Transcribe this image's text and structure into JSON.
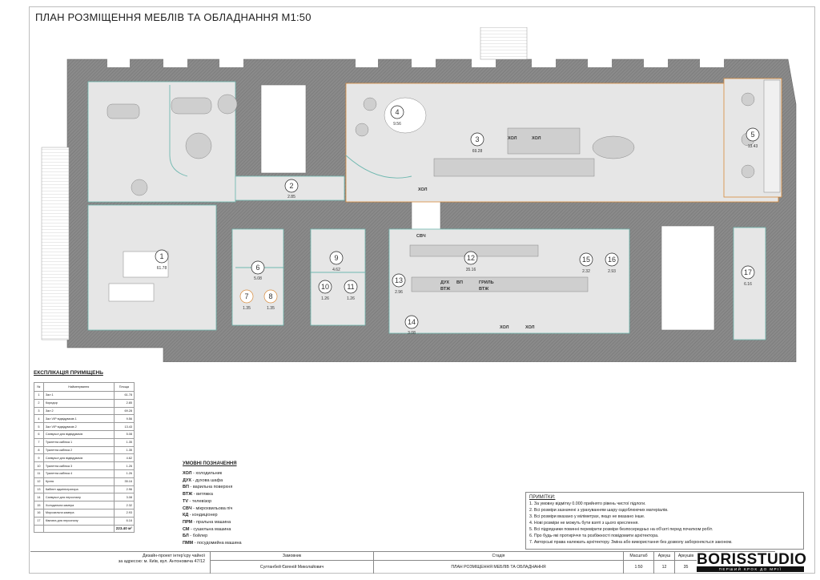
{
  "sheet": {
    "title": "ПЛАН РОЗМІЩЕННЯ МЕБЛІВ ТА ОБЛАДНАННЯ М1:50"
  },
  "rooms": [
    {
      "num": "1",
      "area": "61.78"
    },
    {
      "num": "2",
      "area": "2.85"
    },
    {
      "num": "3",
      "area": "69.28"
    },
    {
      "num": "4",
      "area": "9.56"
    },
    {
      "num": "5",
      "area": "13.43"
    },
    {
      "num": "6",
      "area": "5.08"
    },
    {
      "num": "7",
      "area": "1.35"
    },
    {
      "num": "8",
      "area": "1.35"
    },
    {
      "num": "9",
      "area": "4.62"
    },
    {
      "num": "10",
      "area": "1.26"
    },
    {
      "num": "11",
      "area": "1.26"
    },
    {
      "num": "12",
      "area": "35.16"
    },
    {
      "num": "13",
      "area": "2.96"
    },
    {
      "num": "14",
      "area": "3.08"
    },
    {
      "num": "15",
      "area": "2.32"
    },
    {
      "num": "16",
      "area": "2.93"
    },
    {
      "num": "17",
      "area": "6.16"
    }
  ],
  "equipment_labels": {
    "hol": "ХОЛ",
    "duh": "ДУХ",
    "vp": "ВП",
    "vtzh": "ВТЖ",
    "svch": "СВЧ",
    "hriv": "ГРИЛЬ",
    "vtzh2": "ВТЖ"
  },
  "explication": {
    "title": "ЕКСПЛІКАЦІЯ ПРИМІЩЕНЬ",
    "headers": {
      "num": "№",
      "name": "Найменування",
      "area": "Площа"
    },
    "rows": [
      {
        "num": "1",
        "name": "Зал 1",
        "area": "61.78"
      },
      {
        "num": "2",
        "name": "Коридор",
        "area": "2.85"
      },
      {
        "num": "3",
        "name": "Зал 2",
        "area": "69.28"
      },
      {
        "num": "4",
        "name": "Зал VIP відвідувачів 1",
        "area": "9.56"
      },
      {
        "num": "5",
        "name": "Зал VIP відвідувачів 2",
        "area": "13.43"
      },
      {
        "num": "6",
        "name": "Санвузол для відвідувачів",
        "area": "5.08"
      },
      {
        "num": "7",
        "name": "Туалетна кабінка 1",
        "area": "1.35"
      },
      {
        "num": "8",
        "name": "Туалетна кабінка 2",
        "area": "1.35"
      },
      {
        "num": "9",
        "name": "Санвузол для відвідувачів",
        "area": "4.62"
      },
      {
        "num": "10",
        "name": "Туалетна кабінка 3",
        "area": "1.26"
      },
      {
        "num": "11",
        "name": "Туалетна кабінка 4",
        "area": "1.26"
      },
      {
        "num": "12",
        "name": "Кухня",
        "area": "35.16"
      },
      {
        "num": "13",
        "name": "Кабінет адміністратора",
        "area": "2.96"
      },
      {
        "num": "14",
        "name": "Санвузол для персоналу",
        "area": "3.08"
      },
      {
        "num": "15",
        "name": "Холодильна камера",
        "area": "2.32"
      },
      {
        "num": "16",
        "name": "Морозильна камера",
        "area": "2.93"
      },
      {
        "num": "17",
        "name": "Кімната для персоналу",
        "area": "6.16"
      }
    ],
    "total": "223.40 м²"
  },
  "legend": {
    "title": "УМОВНІ ПОЗНАЧЕННЯ",
    "items": [
      {
        "code": "ХОЛ",
        "desc": " - холодильник"
      },
      {
        "code": "ДУХ",
        "desc": " - духова шафа"
      },
      {
        "code": "ВП",
        "desc": " - варильна поверхня"
      },
      {
        "code": "ВТЖ",
        "desc": " - витяжка"
      },
      {
        "code": "TV",
        "desc": " - телевізор"
      },
      {
        "code": "СВЧ",
        "desc": " - мікрохвильова піч"
      },
      {
        "code": "КД",
        "desc": " - кондиціонер"
      },
      {
        "code": "ПРМ",
        "desc": " - пральна машина"
      },
      {
        "code": "СМ",
        "desc": " - сушильна машина"
      },
      {
        "code": "БЛ",
        "desc": " - бойлер"
      },
      {
        "code": "ПММ",
        "desc": " - посудомийна машина"
      }
    ]
  },
  "notes": {
    "title": "ПРИМІТКИ:",
    "items": [
      "1. За умовну відмітку 0.000 прийнято рівень чистої підлоги.",
      "2. Всі розміри зазначені з урахуванням шару оздоблюючих матеріалів.",
      "3. Всі розміри вказано у міліметрах, якщо не вказано інше.",
      "4. Нові розміри не можуть бути взяті з цього креслення.",
      "5. Всі підрядники повинні перевірити розміри безпосередньо на об'єкті перед початком робіт.",
      "6. Про будь-які протиріччя та розбіжності повідомити архітектора.",
      "7. Авторські права належать архітектору. Зміна або використання без дозволу забороняється законом."
    ]
  },
  "title_block": {
    "project_line1": "Дизайн-проект інтер'єру чайної",
    "project_line2": "за адресою: м. Київ, вул. Антоновича 47/12",
    "client_label": "Замовник",
    "client_value": "Султанбей Євгеній Миколайович",
    "stage_label": "Стадія",
    "stage_value": "ПЛАН РОЗМІЩЕННЯ МЕБЛІВ ТА ОБЛАДНАННЯ",
    "scale_label": "Масштаб",
    "scale_value": "1:50",
    "sheet_label": "Аркуш",
    "sheet_value": "12",
    "sheets_label": "Аркушів",
    "sheets_value": "35"
  },
  "brand": {
    "name": "BORISSTUDIO",
    "tagline": "ПЕРШИЙ КРОК ДО МРІЇ"
  },
  "colors": {
    "wall": "#7a7a7a",
    "hatch": "#9a9a9a",
    "floor": "#e4e4e4",
    "furniture": "#cfcfcf",
    "accent_outline": "#d88a3a",
    "partition": "#6fb8b0"
  }
}
